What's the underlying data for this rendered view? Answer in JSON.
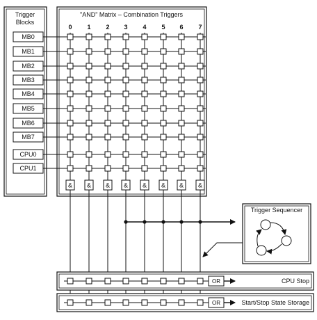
{
  "trigger_blocks": {
    "title_line1": "Trigger",
    "title_line2": "Blocks",
    "rows": [
      "MB0",
      "MB1",
      "MB2",
      "MB3",
      "MB4",
      "MB5",
      "MB6",
      "MB7",
      "CPU0",
      "CPU1"
    ]
  },
  "matrix": {
    "title": "\"AND\" Matrix – Combination Triggers",
    "columns": [
      "0",
      "1",
      "2",
      "3",
      "4",
      "5",
      "6",
      "7"
    ],
    "and_label": "&"
  },
  "sequencer": {
    "title": "Trigger Sequencer"
  },
  "outputs": [
    {
      "gate": "OR",
      "label": "CPU Stop"
    },
    {
      "gate": "OR",
      "label": "Start/Stop State Storage"
    }
  ]
}
